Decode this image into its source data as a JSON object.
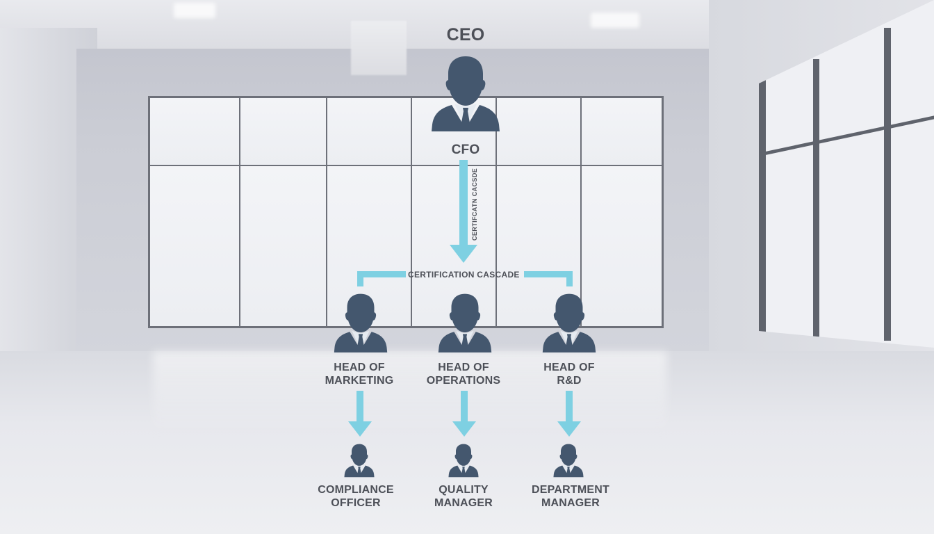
{
  "diagram": {
    "type": "org-chart",
    "top": {
      "title": "CEO",
      "subtitle": "CFO"
    },
    "vertical_arrow_label": "CERTIFCATN CACSDE",
    "branch_label": "CERTIFICATION CASCADE",
    "heads": [
      {
        "line1": "HEAD OF",
        "line2": "MARKETING"
      },
      {
        "line1": "HEAD OF",
        "line2": "OPERATIONS"
      },
      {
        "line1": "HEAD OF",
        "line2": "R&D"
      }
    ],
    "reports": [
      {
        "line1": "COMPLIANCE",
        "line2": "OFFICER"
      },
      {
        "line1": "QUALITY",
        "line2": "MANAGER"
      },
      {
        "line1": "DEPARTMENT",
        "line2": "MANAGER"
      }
    ],
    "colors": {
      "icon": "#44576e",
      "arrow": "#7ed0e2",
      "text": "#4d5058"
    }
  }
}
